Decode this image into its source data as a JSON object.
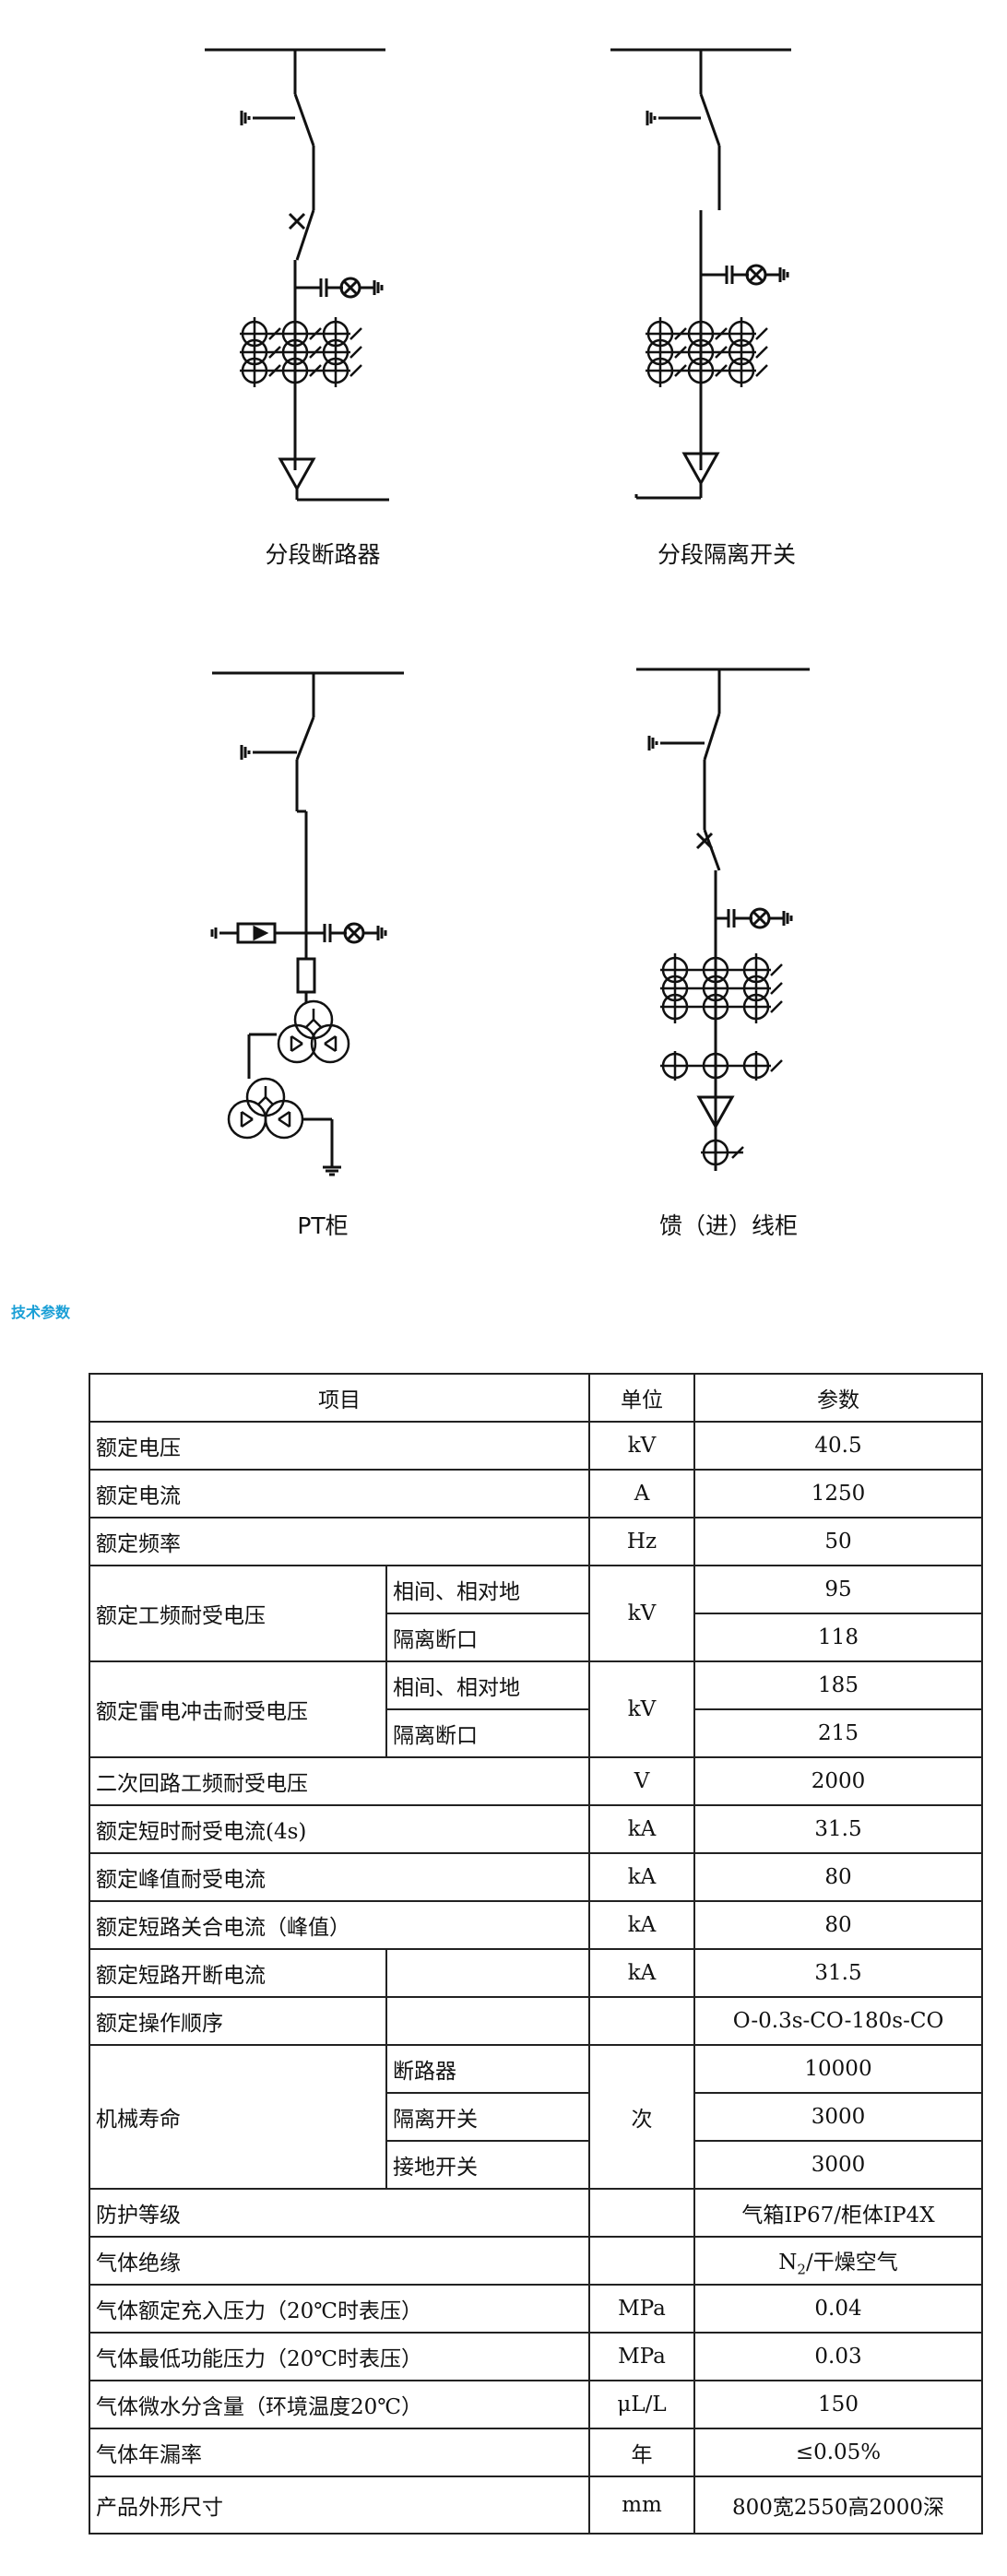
{
  "diagrams": [
    {
      "caption": "分段断路器"
    },
    {
      "caption": "分段隔离开关"
    },
    {
      "caption": "PT柜"
    },
    {
      "caption": "馈（进）线柜"
    }
  ],
  "section_title": "技术参数",
  "table": {
    "header": {
      "item": "项目",
      "unit": "单位",
      "value": "参数"
    },
    "rows": {
      "rated_voltage": {
        "label": "额定电压",
        "unit": "kV",
        "value": "40.5"
      },
      "rated_current": {
        "label": "额定电流",
        "unit": "A",
        "value": "1250"
      },
      "rated_frequency": {
        "label": "额定频率",
        "unit": "Hz",
        "value": "50"
      },
      "power_freq_withstand": {
        "label": "额定工频耐受电压",
        "unit": "kV",
        "sub": [
          {
            "label": "相间、相对地",
            "value": "95"
          },
          {
            "label": "隔离断口",
            "value": "118"
          }
        ]
      },
      "lightning_withstand": {
        "label": "额定雷电冲击耐受电压",
        "unit": "kV",
        "sub": [
          {
            "label": "相间、相对地",
            "value": "185"
          },
          {
            "label": "隔离断口",
            "value": "215"
          }
        ]
      },
      "secondary_withstand": {
        "label": "二次回路工频耐受电压",
        "unit": "V",
        "value": "2000"
      },
      "short_time_current": {
        "label": "额定短时耐受电流(4s)",
        "unit": "kA",
        "value": "31.5"
      },
      "peak_current": {
        "label": "额定峰值耐受电流",
        "unit": "kA",
        "value": "80"
      },
      "making_current": {
        "label": "额定短路关合电流（峰值）",
        "unit": "kA",
        "value": "80"
      },
      "breaking_current": {
        "label": "额定短路开断电流",
        "unit": "kA",
        "value": "31.5"
      },
      "operating_sequence": {
        "label": "额定操作顺序",
        "unit": "",
        "value": "O-0.3s-CO-180s-CO"
      },
      "mechanical_life": {
        "label": "机械寿命",
        "unit": "次",
        "sub": [
          {
            "label": "断路器",
            "value": "10000"
          },
          {
            "label": "隔离开关",
            "value": "3000"
          },
          {
            "label": "接地开关",
            "value": "3000"
          }
        ]
      },
      "protection": {
        "label": "防护等级",
        "unit": "",
        "value": "气箱IP67/柜体IP4X"
      },
      "gas_insulation": {
        "label": "气体绝缘",
        "unit": "",
        "value_main": "N",
        "value_sub": "2",
        "value_rest": "/干燥空气"
      },
      "gas_rated_pressure": {
        "label": "气体额定充入压力（20℃时表压）",
        "unit": "MPa",
        "value": "0.04"
      },
      "gas_min_pressure": {
        "label": "气体最低功能压力（20℃时表压）",
        "unit": "MPa",
        "value": "0.03"
      },
      "gas_moisture": {
        "label": "气体微水分含量（环境温度20℃）",
        "unit": "μL/L",
        "value": "150"
      },
      "gas_leak": {
        "label": "气体年漏率",
        "unit": "年",
        "value": "≤0.05%"
      },
      "dimensions": {
        "label": "产品外形尺寸",
        "unit": "mm",
        "value": "800宽2550高2000深"
      }
    }
  }
}
